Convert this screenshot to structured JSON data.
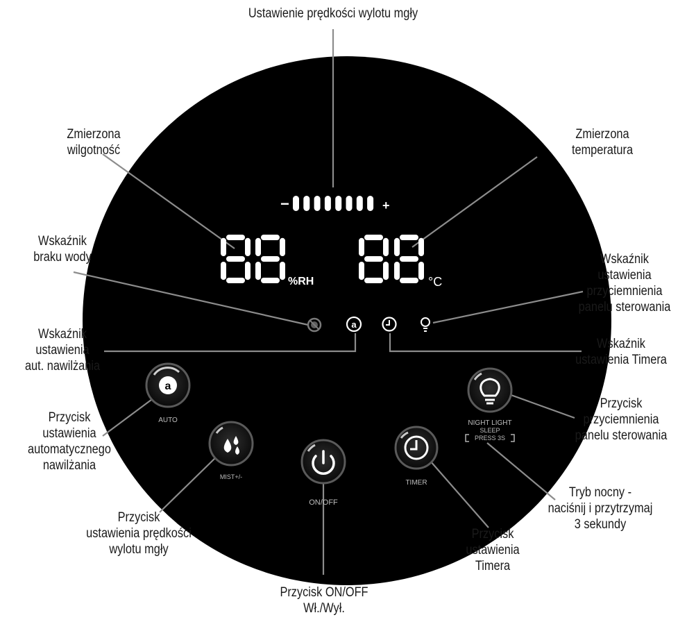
{
  "labels": {
    "mist_speed_setting": [
      "Ustawienie prędkości wylotu mgły"
    ],
    "measured_humidity": [
      "Zmierzona",
      "wilgotność"
    ],
    "measured_temperature": [
      "Zmierzona",
      "temperatura"
    ],
    "no_water_indicator": [
      "Wskaźnik",
      "braku wody"
    ],
    "dim_indicator": [
      "Wskaźnik",
      "ustawienia",
      "przyciemnienia",
      "panelu sterowania"
    ],
    "auto_indicator": [
      "Wskaźnik",
      "ustawienia",
      "aut. nawilżania"
    ],
    "timer_indicator": [
      "Wskaźnik",
      "ustawienia Timera"
    ],
    "dim_button": [
      "Przycisk",
      "przyciemnienia",
      "panelu sterowania"
    ],
    "auto_button": [
      "Przycisk",
      "ustawienia",
      "automatycznego",
      "nawilżania"
    ],
    "night_mode": [
      "Tryb nocny -",
      "naciśnij i przytrzymaj",
      "3 sekundy"
    ],
    "mist_button": [
      "Przycisk",
      "ustawienia prędkości",
      "wylotu mgły"
    ],
    "timer_button": [
      "Przycisk",
      "ustawienia",
      "Timera"
    ],
    "power_button": [
      "Przycisk ON/OFF",
      "Wł./Wył."
    ]
  },
  "panel": {
    "humidity_digits": "88",
    "humidity_unit": "%RH",
    "temperature_digits": "88",
    "temperature_unit": "°C",
    "mist_minus": "−",
    "mist_plus": "+",
    "mist_level_segments": 8,
    "auto_icon_letter": "a",
    "buttons": {
      "auto": "AUTO",
      "mist": "MIST+/-",
      "power": "ON/OFF",
      "timer": "TIMER",
      "night_light": "NIGHT LIGHT",
      "sleep": "SLEEP",
      "press": "PRESS 3S"
    }
  },
  "colors": {
    "panel": "#000000",
    "lit": "#ffffff",
    "dim_icon": "#8a8a8a",
    "button_ring": "#5a5a5a",
    "leader": "#8c8c8c",
    "ring_accent": "#c9c9c9"
  }
}
